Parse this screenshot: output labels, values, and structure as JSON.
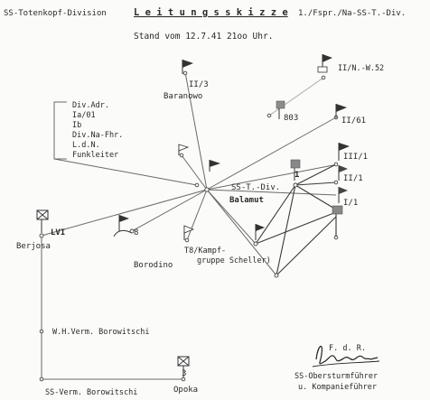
{
  "header": {
    "division": "SS-Totenkopf-Division",
    "title": "L e i t u n g s s k i z z e",
    "unit": "1./Fspr./Na-SS-T.-Div.",
    "stand": "Stand vom 12.7.41  21oo Uhr."
  },
  "units": {
    "ii_3": "II/3",
    "baranowo": "Baranowo",
    "ii_n_w_52": "II/N.-W.52",
    "n803": "803",
    "ii_61": "II/61",
    "iii_1": "III/1",
    "ii_1": "II/1",
    "i_1": "I/1",
    "div_line": "SS-T.-Div.",
    "balamut": "Balamut",
    "lvi": "LVI",
    "berjosa": "Berjosa",
    "n8": "8",
    "borodino": "Borodino",
    "kampf1": "T8/Kampf-",
    "kampf2": "gruppe Scheller)",
    "verm1": "W.H.Verm. Borowitschi",
    "verm2": "SS-Verm. Borowitschi",
    "n3": "3",
    "opoka": "Opoka",
    "n1": "1"
  },
  "legend": {
    "items": [
      "Div.Adr.",
      "Ia/01",
      "Ib",
      "Div.Na-Fhr.",
      "L.d.N.",
      "Funkleiter"
    ]
  },
  "signature": {
    "fdr": "F. d. R.",
    "rank": "SS-Obersturmführer",
    "role": "u. Kompanieführer"
  }
}
